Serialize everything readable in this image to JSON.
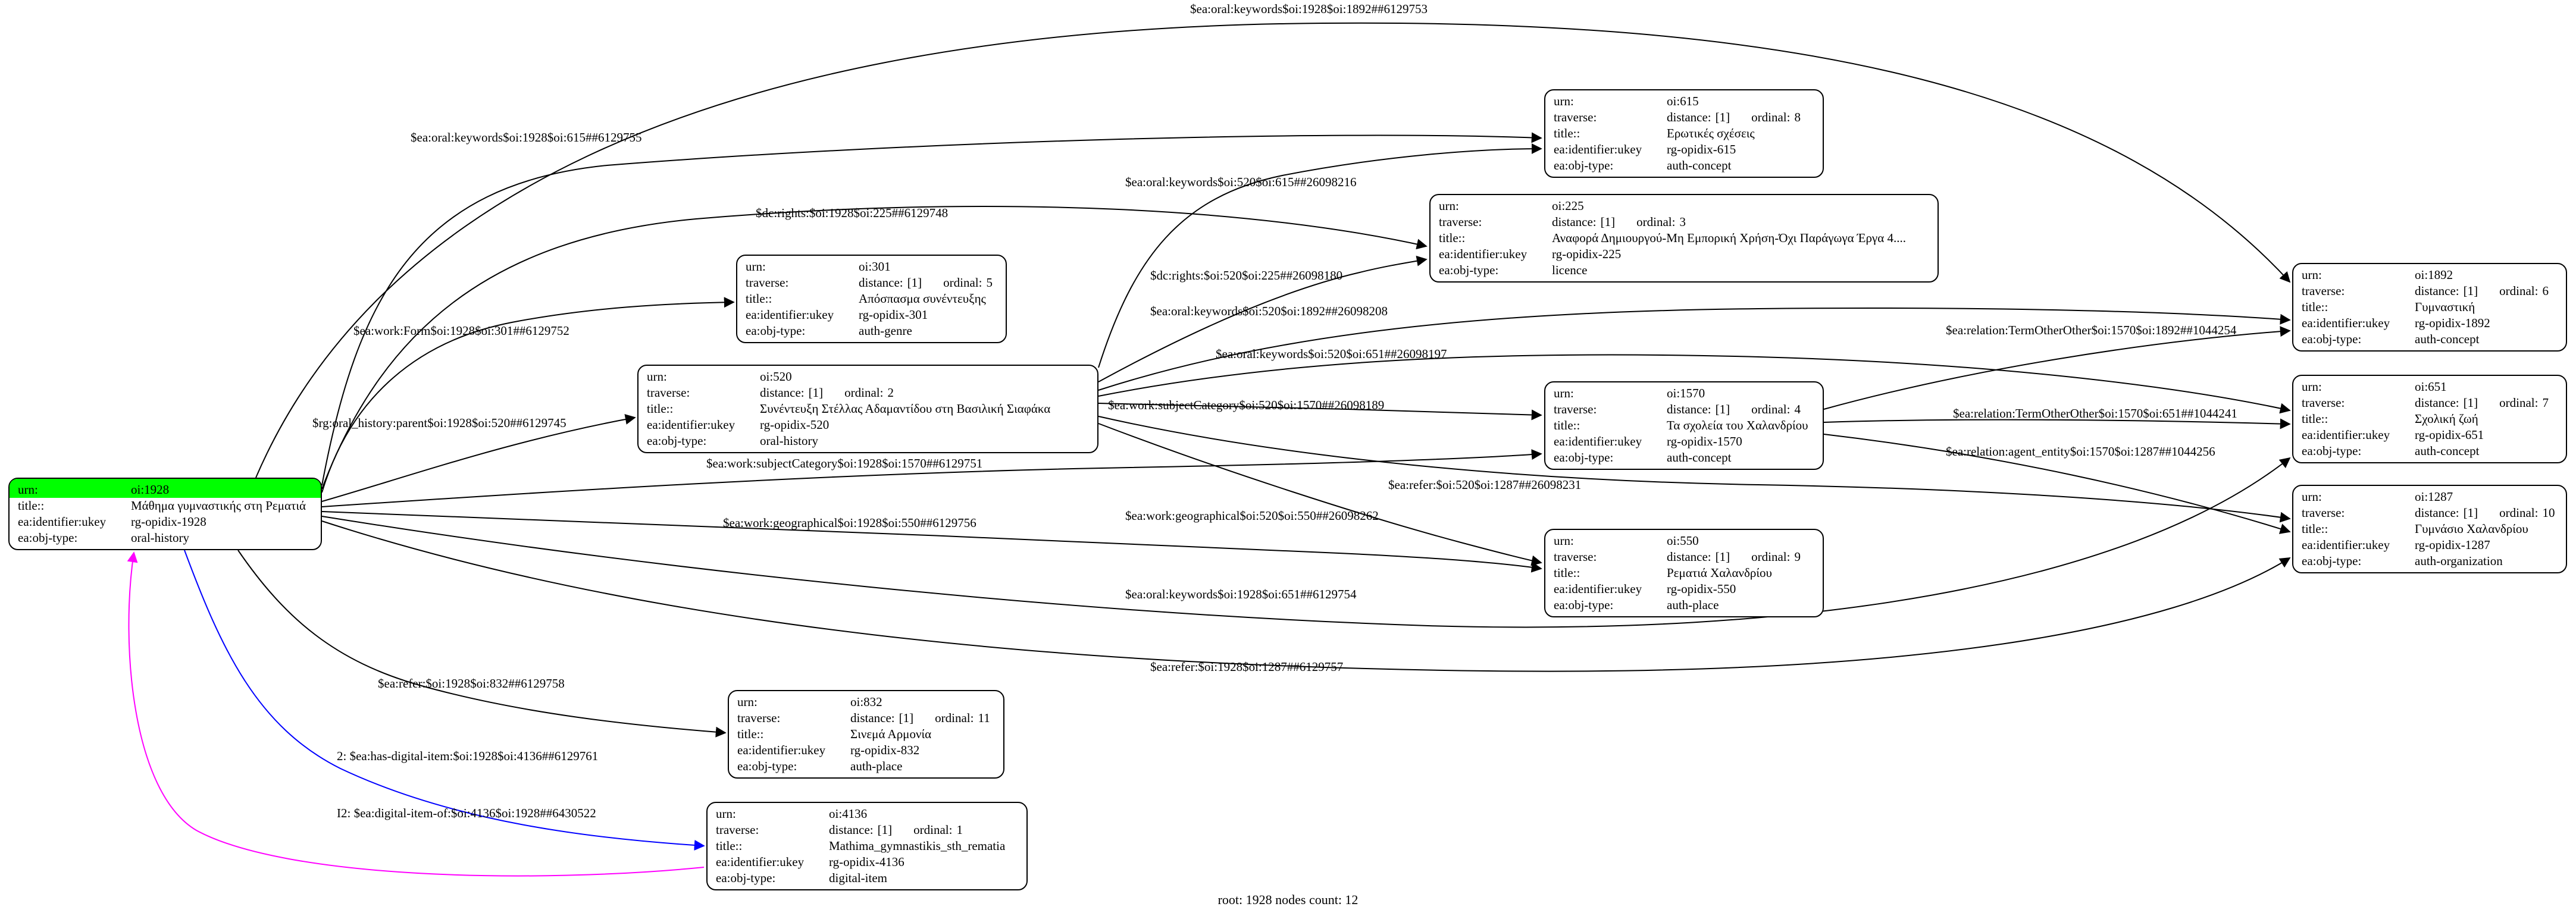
{
  "meta": {
    "footer": "root: 1928 nodes count: 12"
  },
  "colors": {
    "root_highlight": "#00ff00",
    "node_border": "#000000",
    "node_background": "#ffffff",
    "edge_default": "#000000",
    "edge_has_digital_item": "#0000ff",
    "edge_digital_item_of": "#ff00ff"
  },
  "row_keys": {
    "urn": "urn:",
    "traverse": "traverse:",
    "title": "title::",
    "ukey": "ea:identifier:ukey",
    "objtype": "ea:obj-type:",
    "distance": "distance:",
    "ordinal": "ordinal:"
  },
  "nodes": {
    "n1928": {
      "urn": "oi:1928",
      "title": "Μάθημα γυμναστικής στη Ρεματιά",
      "ukey": "rg-opidix-1928",
      "objtype": "oral-history"
    },
    "n615": {
      "urn": "oi:615",
      "distance": "[1]",
      "ordinal": "8",
      "title": "Ερωτικές σχέσεις",
      "ukey": "rg-opidix-615",
      "objtype": "auth-concept"
    },
    "n225": {
      "urn": "oi:225",
      "distance": "[1]",
      "ordinal": "3",
      "title": "Αναφορά Δημιουργού-Μη Εμπορική Χρήση-Όχι Παράγωγα Έργα 4....",
      "ukey": "rg-opidix-225",
      "objtype": "licence"
    },
    "n301": {
      "urn": "oi:301",
      "distance": "[1]",
      "ordinal": "5",
      "title": "Απόσπασμα συνέντευξης",
      "ukey": "rg-opidix-301",
      "objtype": "auth-genre"
    },
    "n520": {
      "urn": "oi:520",
      "distance": "[1]",
      "ordinal": "2",
      "title": "Συνέντευξη Στέλλας Αδαμαντίδου στη Βασιλική Σιαφάκα",
      "ukey": "rg-opidix-520",
      "objtype": "oral-history"
    },
    "n1892": {
      "urn": "oi:1892",
      "distance": "[1]",
      "ordinal": "6",
      "title": "Γυμναστική",
      "ukey": "rg-opidix-1892",
      "objtype": "auth-concept"
    },
    "n1570": {
      "urn": "oi:1570",
      "distance": "[1]",
      "ordinal": "4",
      "title": "Τα σχολεία του Χαλανδρίου",
      "ukey": "rg-opidix-1570",
      "objtype": "auth-concept"
    },
    "n651": {
      "urn": "oi:651",
      "distance": "[1]",
      "ordinal": "7",
      "title": "Σχολική ζωή",
      "ukey": "rg-opidix-651",
      "objtype": "auth-concept"
    },
    "n1287": {
      "urn": "oi:1287",
      "distance": "[1]",
      "ordinal": "10",
      "title": "Γυμνάσιο Χαλανδρίου",
      "ukey": "rg-opidix-1287",
      "objtype": "auth-organization"
    },
    "n550": {
      "urn": "oi:550",
      "distance": "[1]",
      "ordinal": "9",
      "title": "Ρεματιά Χαλανδρίου",
      "ukey": "rg-opidix-550",
      "objtype": "auth-place"
    },
    "n832": {
      "urn": "oi:832",
      "distance": "[1]",
      "ordinal": "11",
      "title": "Σινεμά Αρμονία",
      "ukey": "rg-opidix-832",
      "objtype": "auth-place"
    },
    "n4136": {
      "urn": "oi:4136",
      "distance": "[1]",
      "ordinal": "1",
      "title": "Mathima_gymnastikis_sth_rematia",
      "ukey": "rg-opidix-4136",
      "objtype": "digital-item"
    }
  },
  "edges": {
    "oral_keywords_1928_1892": {
      "label": "$ea:oral:keywords$oi:1928$oi:1892##6129753",
      "color": "#000000"
    },
    "oral_keywords_1928_615": {
      "label": "$ea:oral:keywords$oi:1928$oi:615##6129755",
      "color": "#000000"
    },
    "oral_keywords_520_615": {
      "label": "$ea:oral:keywords$oi:520$oi:615##26098216",
      "color": "#000000"
    },
    "dc_rights_1928_225": {
      "label": "$dc:rights:$oi:1928$oi:225##6129748",
      "color": "#000000"
    },
    "dc_rights_520_225": {
      "label": "$dc:rights:$oi:520$oi:225##26098180",
      "color": "#000000"
    },
    "work_form_1928_301": {
      "label": "$ea:work:Form$oi:1928$oi:301##6129752",
      "color": "#000000"
    },
    "oral_keywords_520_1892": {
      "label": "$ea:oral:keywords$oi:520$oi:1892##26098208",
      "color": "#000000"
    },
    "relation_termotherother_1570_1892": {
      "label": "$ea:relation:TermOtherOther$oi:1570$oi:1892##1044254",
      "color": "#000000"
    },
    "oral_keywords_520_651": {
      "label": "$ea:oral:keywords$oi:520$oi:651##26098197",
      "color": "#000000"
    },
    "oral_history_parent_1928_520": {
      "label": "$rg:oral_history:parent$oi:1928$oi:520##6129745",
      "color": "#000000"
    },
    "work_subjectcategory_520_1570": {
      "label": "$ea:work:subjectCategory$oi:520$oi:1570##26098189",
      "color": "#000000"
    },
    "relation_termotherother_1570_651": {
      "label": "$ea:relation:TermOtherOther$oi:1570$oi:651##1044241",
      "color": "#000000"
    },
    "work_subjectcategory_1928_1570": {
      "label": "$ea:work:subjectCategory$oi:1928$oi:1570##6129751",
      "color": "#000000"
    },
    "refer_520_1287": {
      "label": "$ea:refer:$oi:520$oi:1287##26098231",
      "color": "#000000"
    },
    "relation_agent_entity_1570_1287": {
      "label": "$ea:relation:agent_entity$oi:1570$oi:1287##1044256",
      "color": "#000000"
    },
    "work_geographical_1928_550": {
      "label": "$ea:work:geographical$oi:1928$oi:550##6129756",
      "color": "#000000"
    },
    "work_geographical_520_550": {
      "label": "$ea:work:geographical$oi:520$oi:550##26098262",
      "color": "#000000"
    },
    "oral_keywords_1928_651": {
      "label": "$ea:oral:keywords$oi:1928$oi:651##6129754",
      "color": "#000000"
    },
    "refer_1928_1287": {
      "label": "$ea:refer:$oi:1928$oi:1287##6129757",
      "color": "#000000"
    },
    "refer_1928_832": {
      "label": "$ea:refer:$oi:1928$oi:832##6129758",
      "color": "#000000"
    },
    "has_digital_item_1928_4136": {
      "label": "2: $ea:has-digital-item:$oi:1928$oi:4136##6129761",
      "color": "#0000ff"
    },
    "digital_item_of_4136_1928": {
      "label": "I2: $ea:digital-item-of:$oi:4136$oi:1928##6430522",
      "color": "#ff00ff"
    }
  }
}
